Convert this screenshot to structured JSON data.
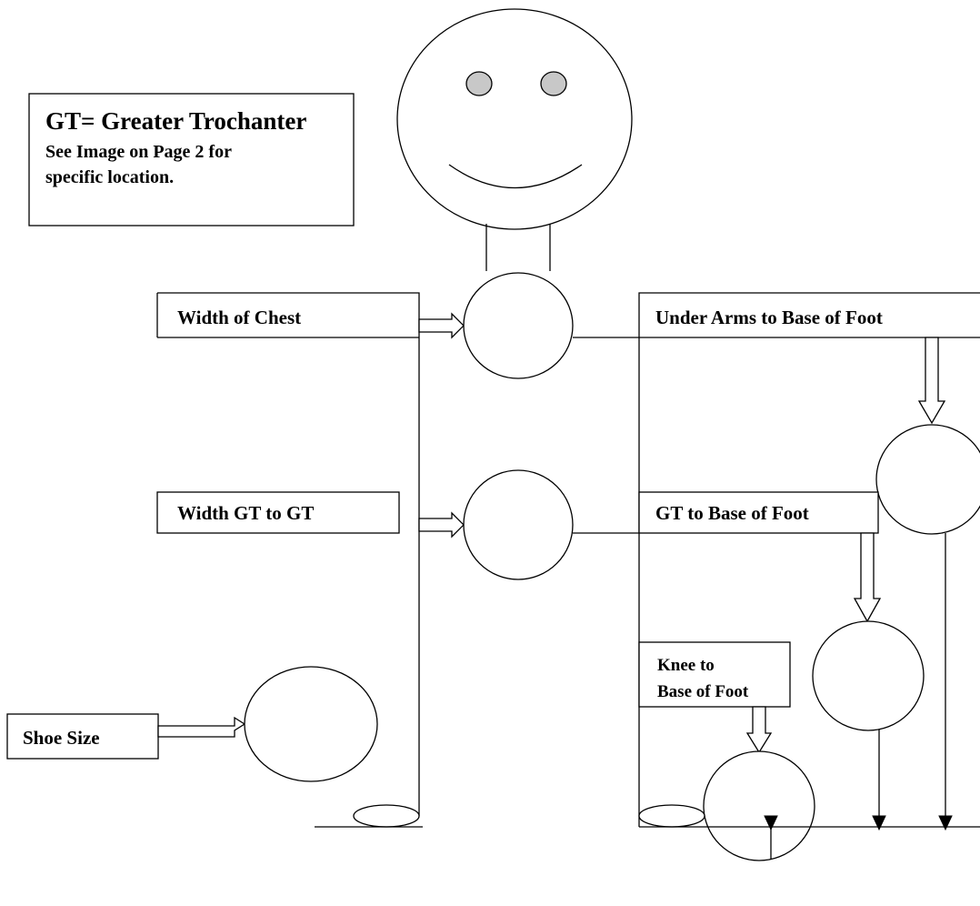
{
  "note": {
    "title": "GT= Greater Trochanter",
    "line1": "See Image on Page 2 for",
    "line2": "specific location."
  },
  "labels": {
    "chest": "Width of Chest",
    "gt_width": "Width GT to GT",
    "shoe": "Shoe Size",
    "under_arms": "Under Arms to Base of Foot",
    "gt_foot": "GT to Base of Foot",
    "knee_line1": "Knee to",
    "knee_line2": "Base of Foot"
  },
  "colors": {
    "stroke": "#000000",
    "eye_fill": "#c8c8c8",
    "background": "#ffffff"
  }
}
